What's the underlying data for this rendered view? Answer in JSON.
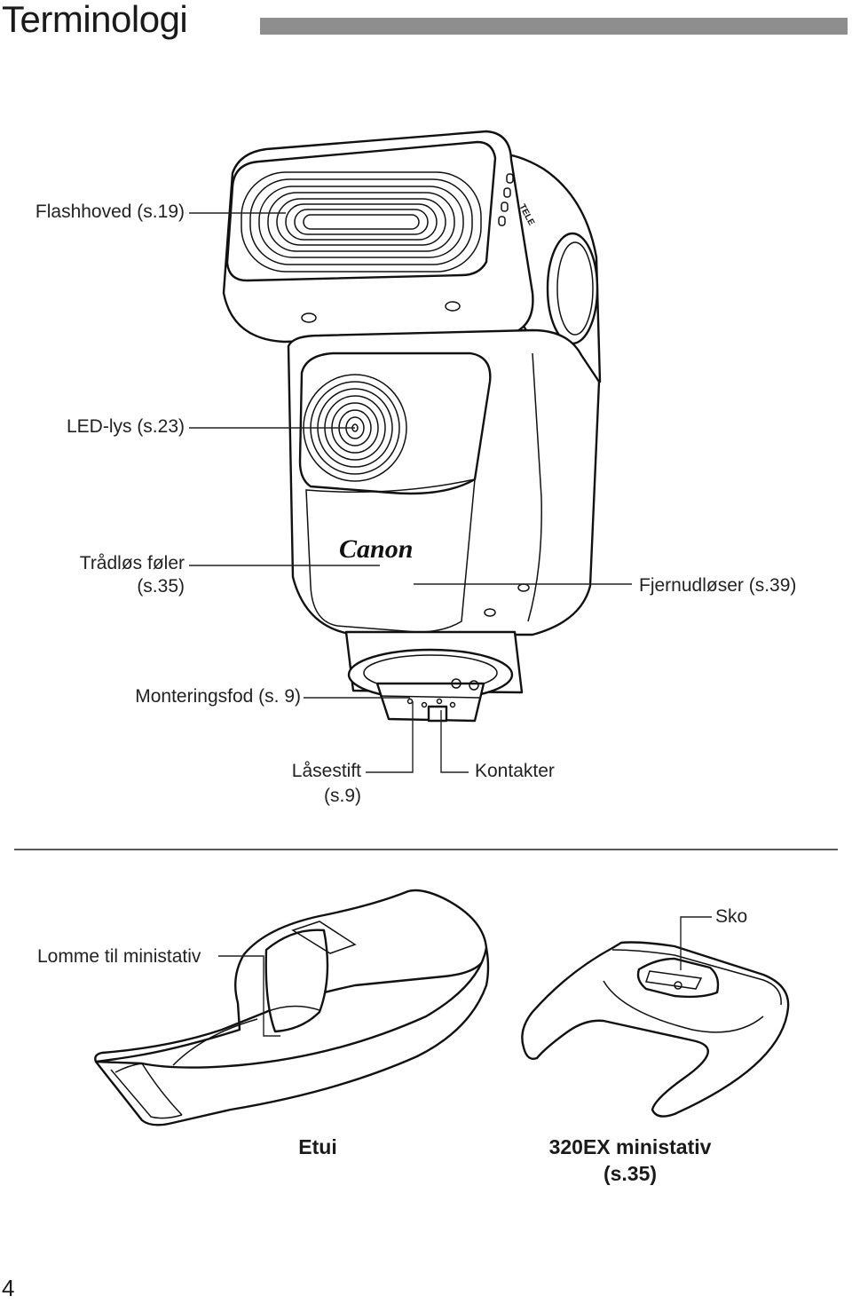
{
  "header": {
    "title": "Terminologi"
  },
  "flash_labels": {
    "flash_head": "Flashhoved (s.19)",
    "led_light": "LED-lys (s.23)",
    "wireless_sensor_line1": "Trådløs føler",
    "wireless_sensor_line2": "(s.35)",
    "remote_release": "Fjernudløser (s.39)",
    "mounting_foot": "Monteringsfod (s. 9)",
    "lock_pin_line1": "Låsestift",
    "lock_pin_line2": "(s.9)",
    "contacts": "Kontakter",
    "brand_logo": "Canon",
    "tele_marking": "TELE"
  },
  "accessories": {
    "stand_pocket": "Lomme til ministativ",
    "shoe": "Sko",
    "case_caption": "Etui",
    "ministand_caption_line1": "320EX ministativ",
    "ministand_caption_line2": "(s.35)"
  },
  "footer": {
    "page_number": "4"
  }
}
